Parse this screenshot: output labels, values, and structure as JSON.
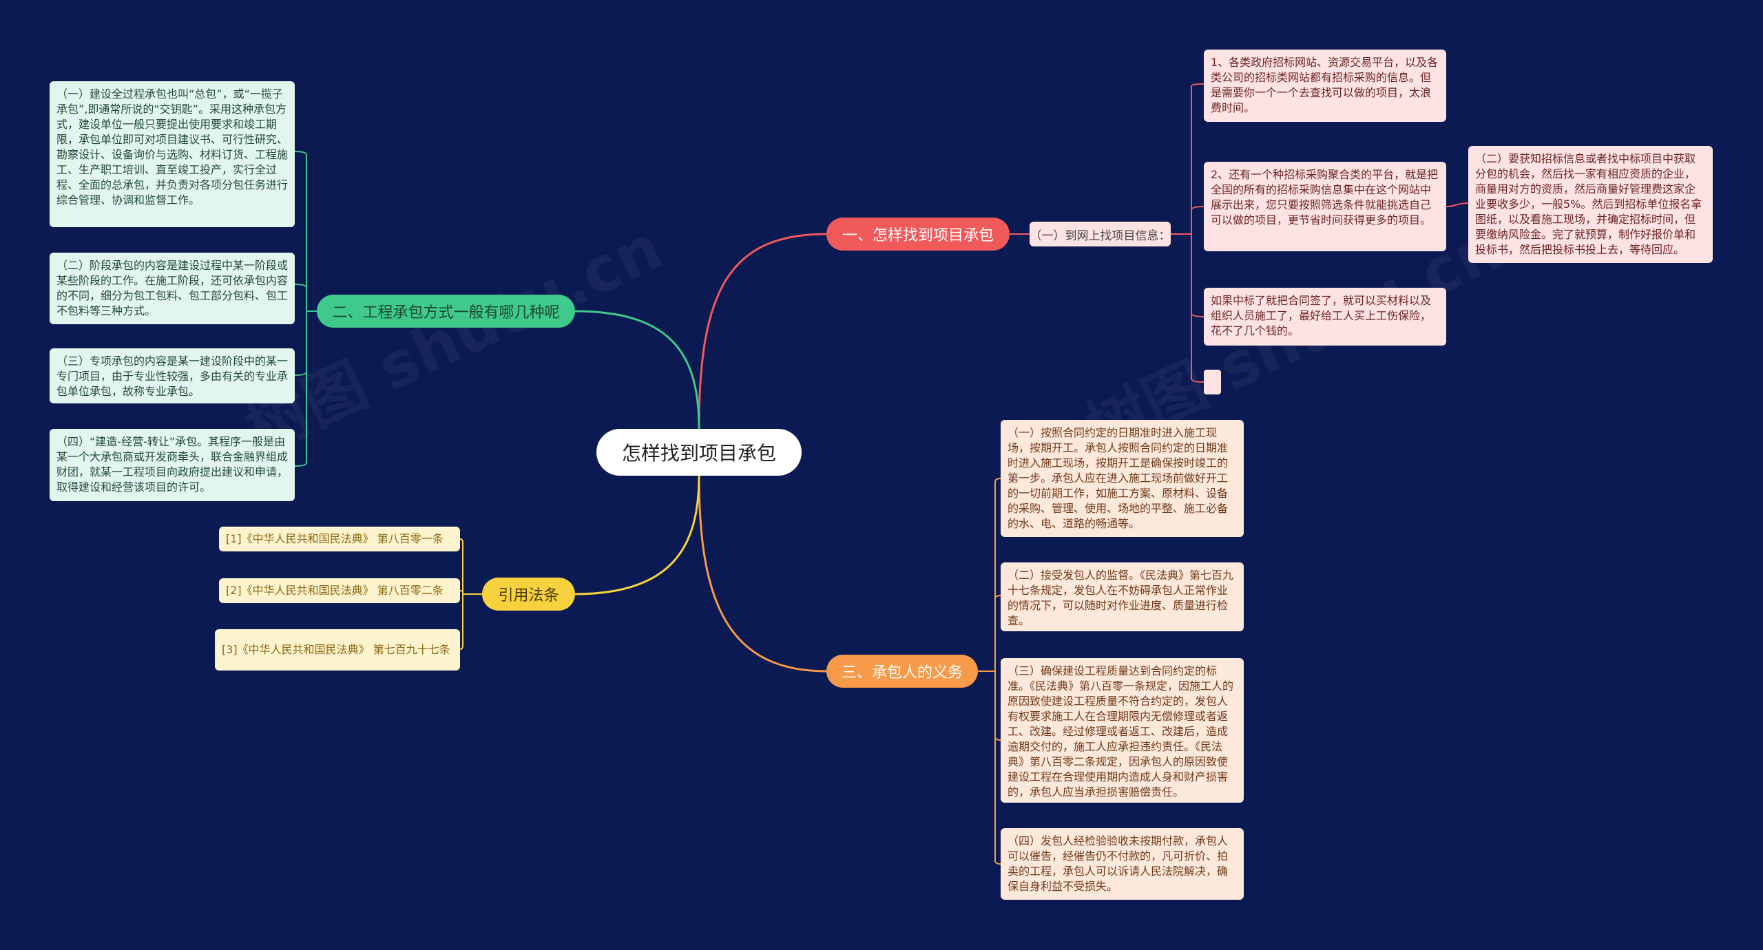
{
  "root": {
    "label": "怎样找到项目承包"
  },
  "branches": {
    "b1": {
      "label": "一、怎样找到项目承包",
      "color": "#f05a5a"
    },
    "b2": {
      "label": "二、工程承包方式一般有哪几种呢",
      "color": "#3fc98a"
    },
    "b3": {
      "label": "三、承包人的义务",
      "color": "#f79a4a"
    },
    "b4": {
      "label": "引用法条",
      "color": "#f7d23e"
    }
  },
  "b1_sub": {
    "label": "（一）到网上找项目信息："
  },
  "b1_leaves": [
    "1、各类政府招标网站、资源交易平台，以及各类公司的招标类网站都有招标采购的信息。但是需要你一个一个去查找可以做的项目，太浪费时间。",
    "2、还有一个种招标采购聚合类的平台，就是把全国的所有的招标采购信息集中在这个网站中展示出来，您只要按照筛选条件就能挑选自己可以做的项目，更节省时间获得更多的项目。",
    "如果中标了就把合同签了，就可以买材料以及组织人员施工了，最好给工人买上工伤保险，花不了几个钱的。",
    ""
  ],
  "b1_leaf2_child": "（二）要获知招标信息或者找中标项目中获取分包的机会，然后找一家有相应资质的企业，商量用对方的资质，然后商量好管理费这家企业要收多少，一般5%。然后到招标单位报名拿图纸，以及看施工现场，并确定招标时间，但要缴纳风险金。完了就预算，制作好报价单和投标书，然后把投标书投上去，等待回应。",
  "b2_leaves": [
    "（一）建设全过程承包也叫“总包”，或“一揽子承包”,即通常所说的“交钥匙”。采用这种承包方式，建设单位一般只要提出使用要求和竣工期限，承包单位即可对项目建议书、可行性研究、勘察设计、设备询价与选购、材料订货、工程施工、生产职工培训、直至竣工投产，实行全过程、全面的总承包，并负责对各项分包任务进行综合管理、协调和监督工作。",
    "（二）阶段承包的内容是建设过程中某一阶段或某些阶段的工作。在施工阶段，还可依承包内容的不同，细分为包工包料、包工部分包料、包工不包料等三种方式。",
    "（三）专项承包的内容是某一建设阶段中的某一专门项目，由于专业性较强，多由有关的专业承包单位承包，故称专业承包。",
    "（四）“建造-经营-转让”承包。其程序一般是由某一个大承包商或开发商牵头，联合金融界组成财团，就某一工程项目向政府提出建议和申请，取得建设和经营该项目的许可。"
  ],
  "b3_leaves": [
    "（一）按照合同约定的日期准时进入施工现场，按期开工。承包人按照合同约定的日期准时进入施工现场，按期开工是确保按时竣工的第一步。承包人应在进入施工现场前做好开工的一切前期工作，如施工方案、原材料、设备的采购、管理、使用、场地的平整、施工必备的水、电、道路的畅通等。",
    "（二）接受发包人的监督。《民法典》第七百九十七条规定，发包人在不妨碍承包人正常作业的情况下，可以随时对作业进度、质量进行检查。",
    "（三）确保建设工程质量达到合同约定的标准。《民法典》第八百零一条规定，因施工人的原因致使建设工程质量不符合约定的，发包人有权要求施工人在合理期限内无偿修理或者返工、改建。经过修理或者返工、改建后，造成逾期交付的，施工人应承担违约责任。《民法典》第八百零二条规定，因承包人的原因致使建设工程在合理使用期内造成人身和财产损害的，承包人应当承担损害赔偿责任。",
    "（四）发包人经检验验收未按期付款，承包人可以催告，经催告仍不付款的，凡可折价、拍卖的工程，承包人可以诉请人民法院解决，确保自身利益不受损失。"
  ],
  "b4_leaves": [
    "[1]《中华人民共和国民法典》 第八百零一条",
    "[2]《中华人民共和国民法典》 第八百零二条",
    "[3]《中华人民共和国民法典》 第七百九十七条"
  ]
}
